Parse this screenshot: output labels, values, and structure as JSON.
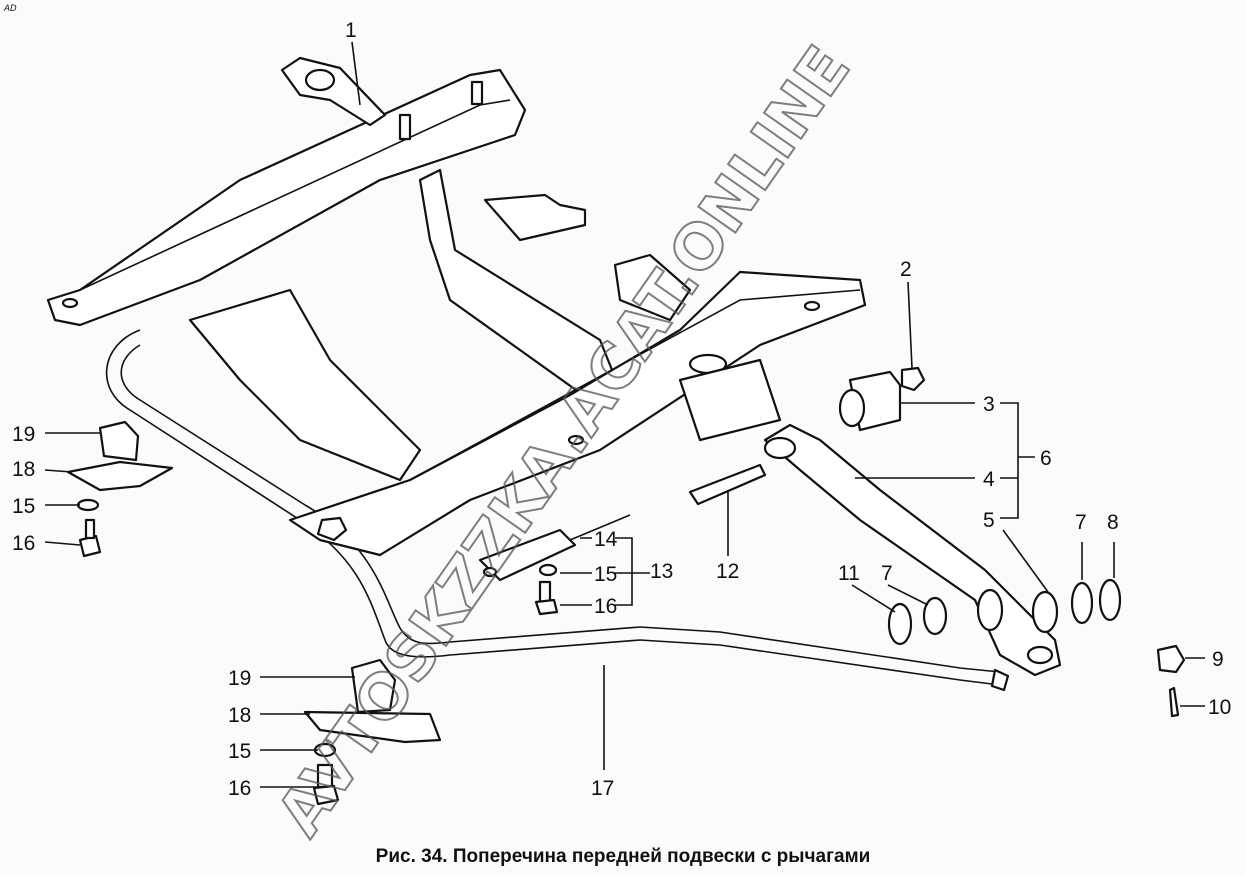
{
  "corner_mark": "AD",
  "caption": "Рис. 34. Поперечина передней подвески с рычагами",
  "watermark": "AVTOSKZZKA.ACAT.ONLINE",
  "callouts": {
    "c1": "1",
    "c2": "2",
    "c3": "3",
    "c4": "4",
    "c5": "5",
    "c6": "6",
    "c7a": "7",
    "c7b": "7",
    "c8": "8",
    "c9": "9",
    "c10": "10",
    "c11": "11",
    "c12": "12",
    "c13": "13",
    "c14": "14",
    "c15a": "15",
    "c16a": "16",
    "c17": "17",
    "c19a": "19",
    "c18a": "18",
    "c15b": "15",
    "c16b": "16",
    "c19b": "19",
    "c18b": "18",
    "c15c": "15",
    "c16c": "16"
  }
}
